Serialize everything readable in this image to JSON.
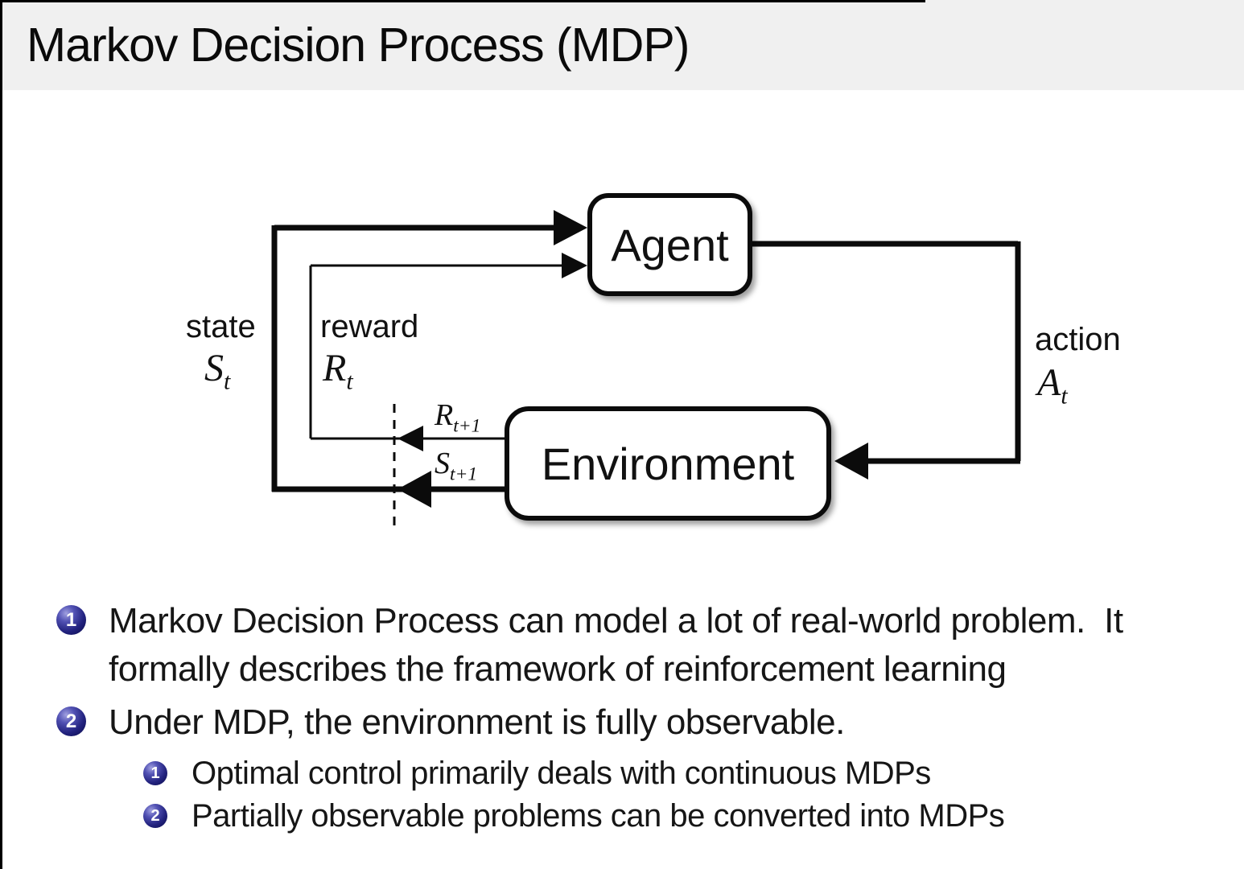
{
  "header": {
    "title": "Markov Decision Process (MDP)"
  },
  "diagram": {
    "agent_label": "Agent",
    "environment_label": "Environment",
    "state_label": "state",
    "state_symbol": {
      "main": "S",
      "sub": "t"
    },
    "reward_label": "reward",
    "reward_symbol": {
      "main": "R",
      "sub": "t"
    },
    "action_label": "action",
    "action_symbol": {
      "main": "A",
      "sub": "t"
    },
    "next_reward_symbol": {
      "main": "R",
      "sub": "t+1"
    },
    "next_state_symbol": {
      "main": "S",
      "sub": "t+1"
    }
  },
  "bullets": [
    {
      "number": "1",
      "text": "Markov Decision Process can model a lot of real-world problem.  It formally describes the framework of reinforcement learning"
    },
    {
      "number": "2",
      "text": "Under MDP, the environment is fully observable.",
      "sub": [
        {
          "number": "1",
          "text": "Optimal control primarily deals with continuous MDPs"
        },
        {
          "number": "2",
          "text": "Partially observable problems can be converted into MDPs"
        }
      ]
    }
  ],
  "colors": {
    "header_bg": "#f0f0f0",
    "bullet_ball": "#22227e",
    "diagram_line": "#0b0b0b"
  }
}
